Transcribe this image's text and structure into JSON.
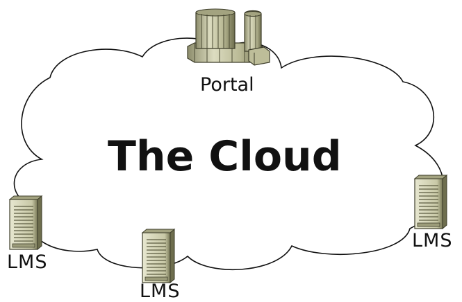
{
  "diagram": {
    "title": "The Cloud",
    "nodes": [
      {
        "id": "portal",
        "label": "Portal",
        "icon": "portal-building-icon"
      },
      {
        "id": "lms-left",
        "label": "LMS",
        "icon": "server-tower-icon"
      },
      {
        "id": "lms-bottom",
        "label": "LMS",
        "icon": "server-tower-icon"
      },
      {
        "id": "lms-right",
        "label": "LMS",
        "icon": "server-tower-icon"
      }
    ],
    "colors": {
      "cloud_fill": "#ffffff",
      "cloud_stroke": "#111111",
      "device_body": "#d3d3b4",
      "device_dark": "#6e6e4e",
      "text": "#111111"
    }
  }
}
